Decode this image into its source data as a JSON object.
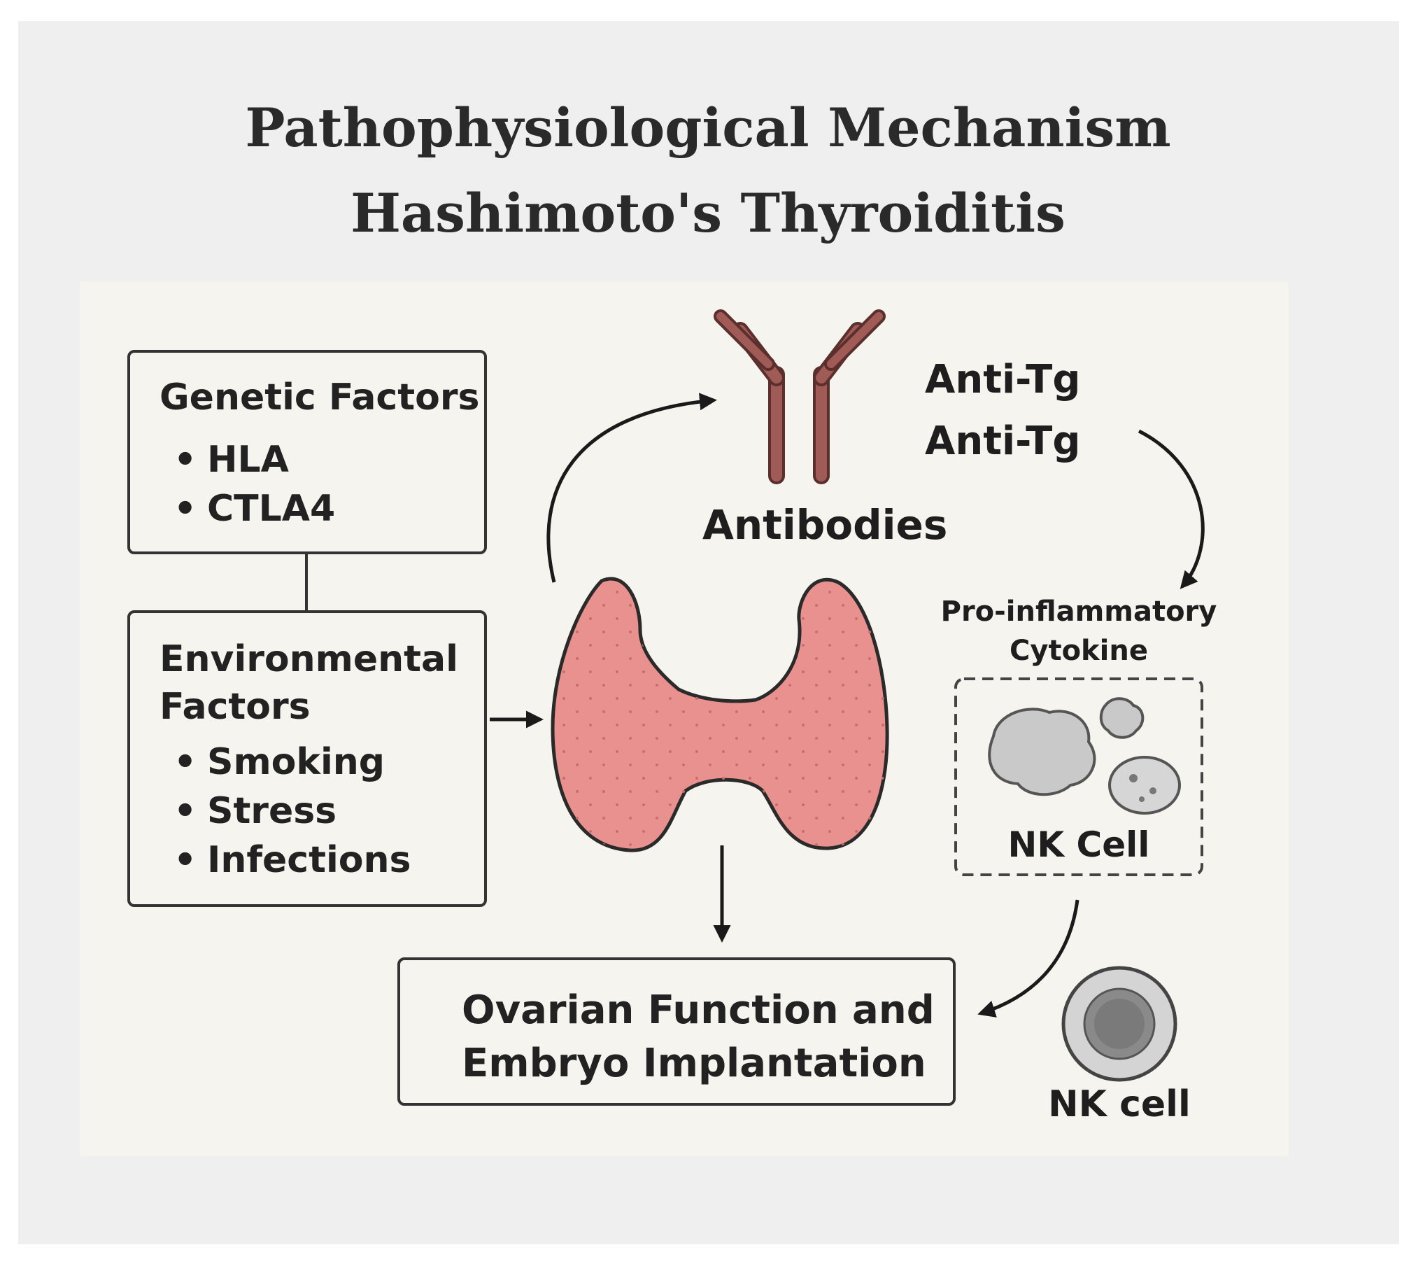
{
  "title": {
    "line1": "Pathophysiological Mechanism",
    "line2": "Hashimoto's Thyroiditis"
  },
  "genetic": {
    "heading": "Genetic Factors",
    "items": [
      "HLA",
      "CTLA4"
    ]
  },
  "environmental": {
    "heading_line1": "Environmental",
    "heading_line2": "Factors",
    "items": [
      "Smoking",
      "Stress",
      "Infections"
    ]
  },
  "antibodies": {
    "label": "Antibodies",
    "types": [
      "Anti-Tg",
      "Anti-Tg"
    ]
  },
  "cytokine": {
    "line1": "Pro-inflammatory",
    "line2": "Cytokine"
  },
  "nk_box_label": "NK Cell",
  "nk_cell_label": "NK cell",
  "outcome": {
    "line1": "Ovarian Function and",
    "line2": "Embryo Implantation"
  },
  "colors": {
    "thyroid": "#e8918e",
    "antibody": "#a15b57",
    "cell_gray": "#c9c9c9"
  },
  "icons": [
    "antibody-icon",
    "thyroid-icon",
    "nk-cell-icon"
  ]
}
